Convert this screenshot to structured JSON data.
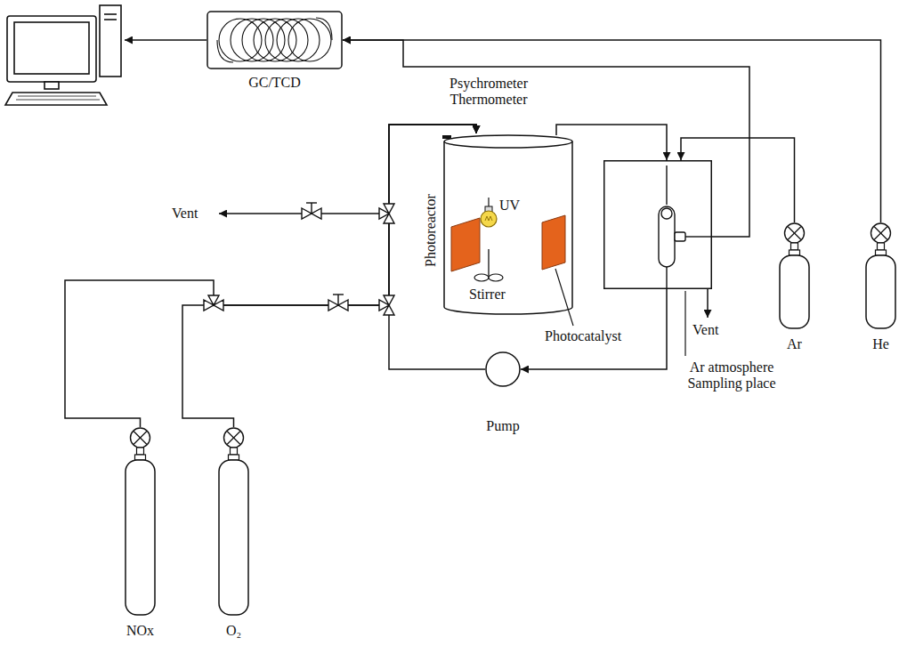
{
  "diagram": {
    "nodes": [
      {
        "text": [
          "GC/TCD"
        ]
      },
      {
        "text": [
          "Photoreactor"
        ]
      },
      {
        "text": [
          "Ar atmosphere Sampling place"
        ]
      },
      {
        "text": [
          "Pump"
        ]
      },
      {
        "text": [
          "NOx"
        ]
      },
      {
        "text": [
          "O₂"
        ]
      },
      {
        "text": [
          "Ar"
        ]
      },
      {
        "text": [
          "He"
        ]
      }
    ],
    "edges": [
      {
        "from": 4,
        "to": 1,
        "arrow": "to"
      },
      {
        "from": 5,
        "to": 1,
        "arrow": "to"
      },
      {
        "from": 3,
        "to": 1,
        "arrow": "to"
      },
      {
        "from": 1,
        "to": 2,
        "arrow": "to"
      },
      {
        "from": 2,
        "to": 3,
        "arrow": "to"
      },
      {
        "from": 6,
        "to": 2,
        "arrow": "to"
      },
      {
        "from": 2,
        "to": 0,
        "arrow": "to"
      },
      {
        "from": 7,
        "to": 0,
        "arrow": "to"
      }
    ],
    "labels": [
      "Psychrometer Thermometer",
      "UV",
      "Vent",
      "Stirrer",
      "Photocatalyst",
      "Vent"
    ]
  }
}
